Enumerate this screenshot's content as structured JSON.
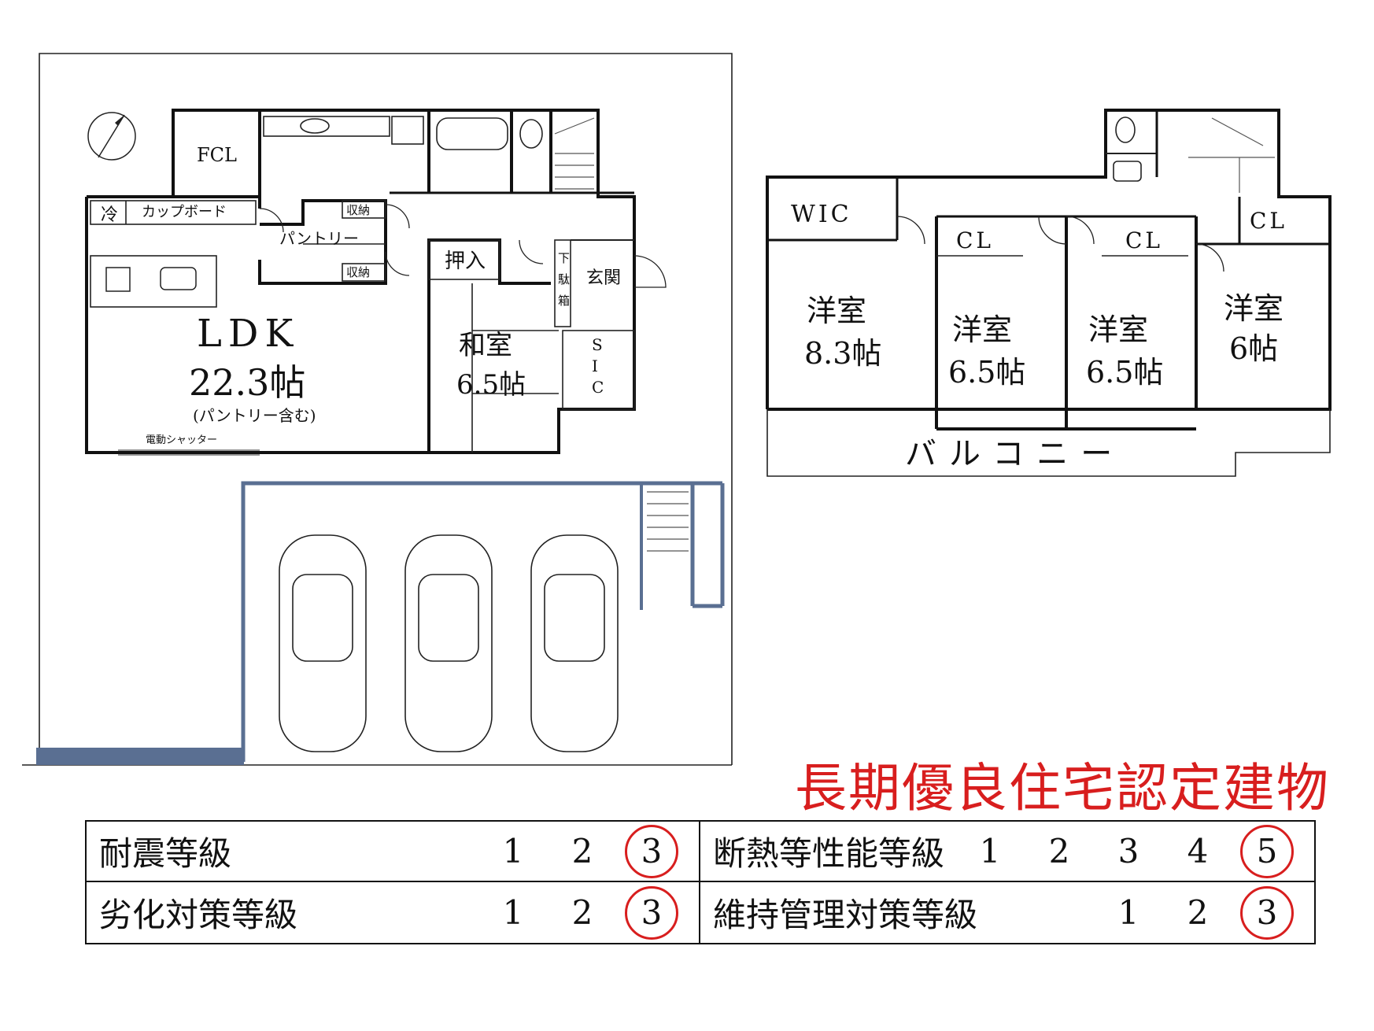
{
  "floor1": {
    "rooms": {
      "fcl": "FCL",
      "fridge": "冷",
      "cupboard": "カップボード",
      "pantry": "パントリー",
      "storage_top": "収納",
      "storage_bottom": "収納",
      "oshiire": "押入",
      "getabako_1": "下",
      "getabako_2": "駄",
      "getabako_3": "箱",
      "genkan": "玄関",
      "ldk_name": "LDK",
      "ldk_size": "22.3帖",
      "ldk_note": "(パントリー含む)",
      "washitsu_name": "和室",
      "washitsu_size": "6.5帖",
      "sic_1": "S",
      "sic_2": "I",
      "sic_3": "C",
      "shutter": "電動シャッター"
    }
  },
  "floor2": {
    "rooms": {
      "wic": "WIC",
      "cl_1": "CL",
      "cl_2": "CL",
      "cl_3": "CL",
      "room1_name": "洋室",
      "room1_size": "8.3帖",
      "room2_name": "洋室",
      "room2_size": "6.5帖",
      "room3_name": "洋室",
      "room3_size": "6.5帖",
      "room4_name": "洋室",
      "room4_size": "6帖",
      "balcony": "バルコニー"
    }
  },
  "certification": "長期優良住宅認定建物",
  "grades": [
    {
      "label": "耐震等級",
      "levels": [
        "1",
        "2",
        "3"
      ],
      "selected": "3"
    },
    {
      "label": "断熱等性能等級",
      "levels": [
        "1",
        "2",
        "3",
        "4",
        "5"
      ],
      "selected": "5"
    },
    {
      "label": "劣化対策等級",
      "levels": [
        "1",
        "2",
        "3"
      ],
      "selected": "3"
    },
    {
      "label": "維持管理対策等級",
      "levels": [
        "1",
        "2",
        "3"
      ],
      "selected": "3"
    }
  ],
  "colors": {
    "accent": "#d81e1e",
    "boundary": "#5a6f92"
  }
}
